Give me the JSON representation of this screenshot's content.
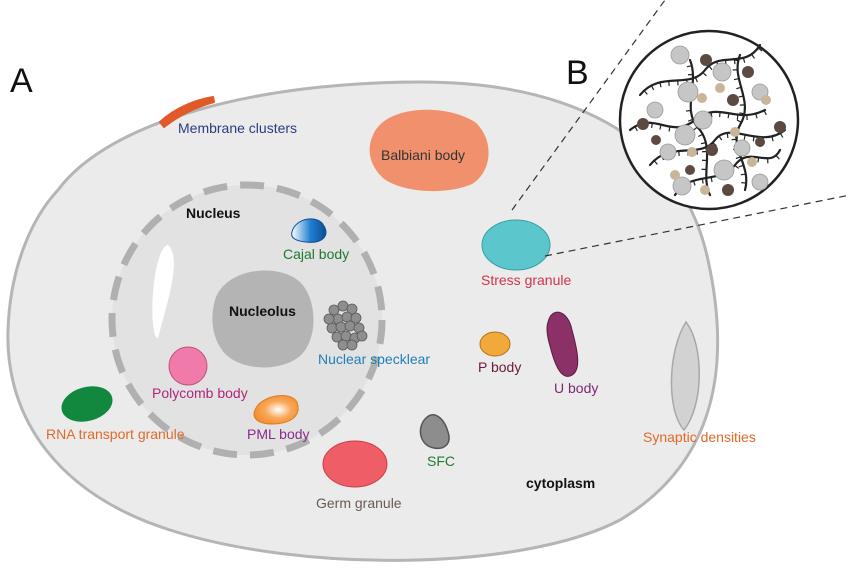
{
  "panels": {
    "a": "A",
    "b": "B"
  },
  "labels": {
    "membrane_clusters": "Membrane clusters",
    "balbiani_body": "Balbiani body",
    "nucleus": "Nucleus",
    "cajal_body": "Cajal body",
    "stress_granule": "Stress granule",
    "nucleolus": "Nucleolus",
    "nuclear_speckle": "Nuclear specklear",
    "p_body": "P body",
    "u_body": "U body",
    "polycomb_body": "Polycomb body",
    "rna_transport_granule": "RNA transport granule",
    "pml_body": "PML body",
    "synaptic_densities": "Synaptic densities",
    "germ_granule": "Germ granule",
    "sfc": "SFC",
    "cytoplasm": "cytoplasm"
  },
  "colors": {
    "cell_fill": "#ebebeb",
    "cell_stroke": "#b5b5b5",
    "nucleus_border": "#b0b0b0",
    "nucleolus": "#b4b4b4",
    "speckle_dots": "#8e8e8e",
    "membrane_clusters": "#e0592a",
    "balbiani_body": "#f0906c",
    "cajal_body": "#1f7fd0",
    "stress_granule": "#5cc6cd",
    "p_body": "#f2a93b",
    "u_body": "#8c3168",
    "polycomb_body": "#f07aa9",
    "rna_transport_granule": "#12873e",
    "pml_body": "#f28a28",
    "germ_granule": "#ef5e66",
    "sfc": "#8d8d8d",
    "synaptic_densities": "#d2d2d2",
    "label_navy": "#2b3a82",
    "label_green": "#1f7a32",
    "label_red": "#d0334a",
    "label_blue": "#1f7fb8",
    "label_maroon": "#6b1a3a",
    "label_purple": "#7a2a74",
    "label_magenta": "#b0267a",
    "label_orange": "#e0692a",
    "label_violet": "#8a2a8a",
    "label_brown": "#6a5a52",
    "label_dark": "#333333"
  }
}
